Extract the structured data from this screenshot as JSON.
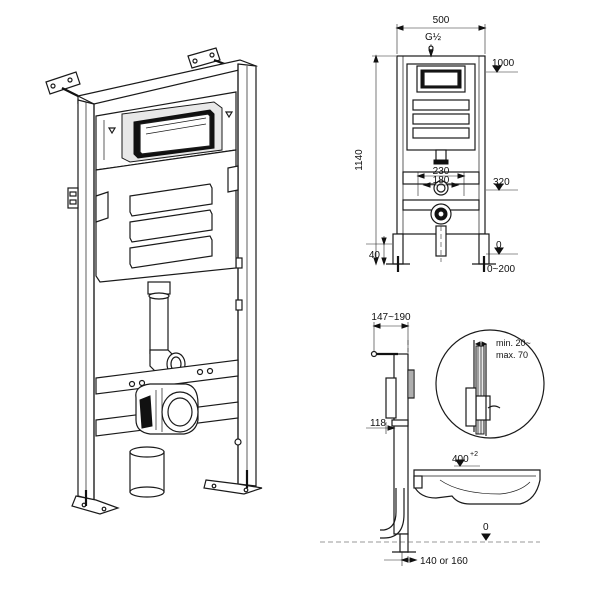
{
  "front_view": {
    "width_label": "500",
    "connection_label": "G½",
    "height_label": "1140",
    "flush_height_label": "1000",
    "spacing_outer_label": "230",
    "spacing_inner_label": "180",
    "waste_height_label": "320",
    "floor_label": "0",
    "foot_label": "40",
    "foot_adjust_label": "0~200"
  },
  "side_view": {
    "depth_label": "147~190",
    "frame_offset_label": "118",
    "wall_label_line1": "min. 20~",
    "wall_label_line2": "max. 70",
    "bowl_height_label": "400",
    "bowl_height_tolerance": "+2",
    "floor_label": "0",
    "bottom_label": "140 or 160"
  }
}
